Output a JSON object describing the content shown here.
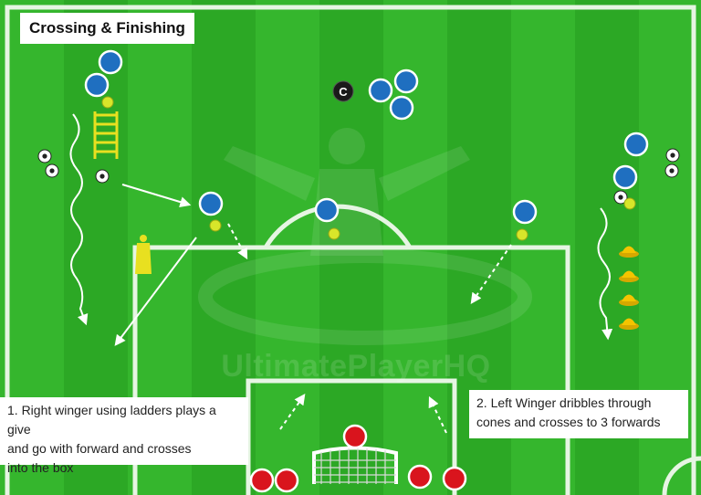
{
  "title": "Crossing & Finishing",
  "notes": {
    "left": "1. Right winger using ladders plays a give\n and go with forward and crosses\ninto the box",
    "right": "2. Left Winger dribbles through\ncones and crosses to 3 forwards"
  },
  "watermark": "UltimatePlayerHQ",
  "coach_label": "C",
  "colors": {
    "pitch_light": "#34b52c",
    "pitch_dark": "#2ca825",
    "lines": "#e6f5e3",
    "attacker": "#1f6fc0",
    "defender": "#d9141d",
    "ball": "#d8e62a",
    "cone": "#f4c400",
    "ladder": "#e8e020"
  },
  "attackers": [
    "attacker-1",
    "attacker-2",
    "attacker-3",
    "attacker-4",
    "attacker-5",
    "attacker-6",
    "attacker-7",
    "attacker-8",
    "attacker-9",
    "attacker-10"
  ],
  "defenders": [
    "defender-1",
    "defender-2",
    "defender-3",
    "defender-4",
    "defender-5"
  ]
}
